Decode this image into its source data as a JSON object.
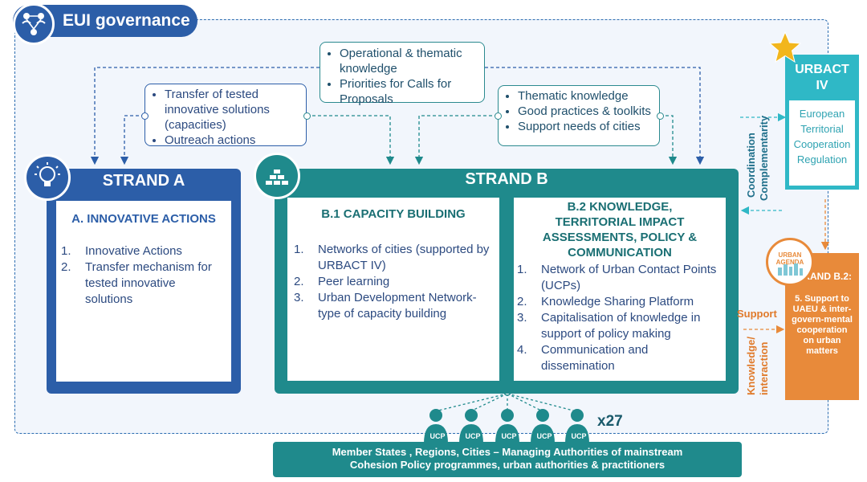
{
  "governance": {
    "title": "EUI governance"
  },
  "callouts": {
    "top_center": [
      "Operational & thematic knowledge",
      "Priorities for Calls for Proposals"
    ],
    "left": [
      "Transfer of tested innovative solutions (capacities)",
      "Outreach actions"
    ],
    "right": [
      "Thematic knowledge",
      "Good practices & toolkits",
      "Support needs of cities"
    ]
  },
  "strand_a": {
    "title": "STRAND A",
    "card_title": "A. INNOVATIVE ACTIONS",
    "items": [
      {
        "n": "1.",
        "text": "Innovative Actions"
      },
      {
        "n": "2.",
        "text": "Transfer mechanism for tested innovative solutions"
      }
    ]
  },
  "strand_b": {
    "title": "STRAND B",
    "b1": {
      "title": "B.1 CAPACITY BUILDING",
      "items": [
        {
          "n": "1.",
          "text": "Networks of cities (supported by URBACT IV)"
        },
        {
          "n": "2.",
          "text": "Peer learning"
        },
        {
          "n": "3.",
          "text": "Urban Development Network-type of capacity building"
        }
      ]
    },
    "b2": {
      "title": "B.2 KNOWLEDGE, TERRITORIAL IMPACT ASSESSMENTS, POLICY & COMMUNICATION",
      "items": [
        {
          "n": "1.",
          "text": "Network of Urban Contact Points (UCPs)"
        },
        {
          "n": "2.",
          "text": "Knowledge Sharing Platform"
        },
        {
          "n": "3.",
          "text": "Capitalisation of knowledge in support of policy making"
        },
        {
          "n": "4.",
          "text": "Communication and dissemination"
        }
      ]
    }
  },
  "urbact": {
    "title": "URBACT IV",
    "body": "European Territorial Cooperation Regulation"
  },
  "side_b2": {
    "head": "STRAND B.2:",
    "body": "5. Support to UAEU & inter-govern-mental cooperation on urban matters"
  },
  "urban_agenda_badge": "URBAN AGENDA",
  "labels": {
    "coordination": "Coordination",
    "complementarity": "Complementarity",
    "support": "Support",
    "knowledge": "Knowledge/",
    "interaction": "interaction"
  },
  "ucp": {
    "label": "UCP",
    "count": "x27"
  },
  "bottom": {
    "line1": "Member States , Regions, Cities – Managing Authorities of mainstream",
    "line2": "Cohesion Policy programmes, urban authorities & practitioners"
  },
  "colors": {
    "blue": "#2c5ea8",
    "teal": "#1f8a8c",
    "cyan": "#2fb8c6",
    "orange": "#e88a3a"
  }
}
